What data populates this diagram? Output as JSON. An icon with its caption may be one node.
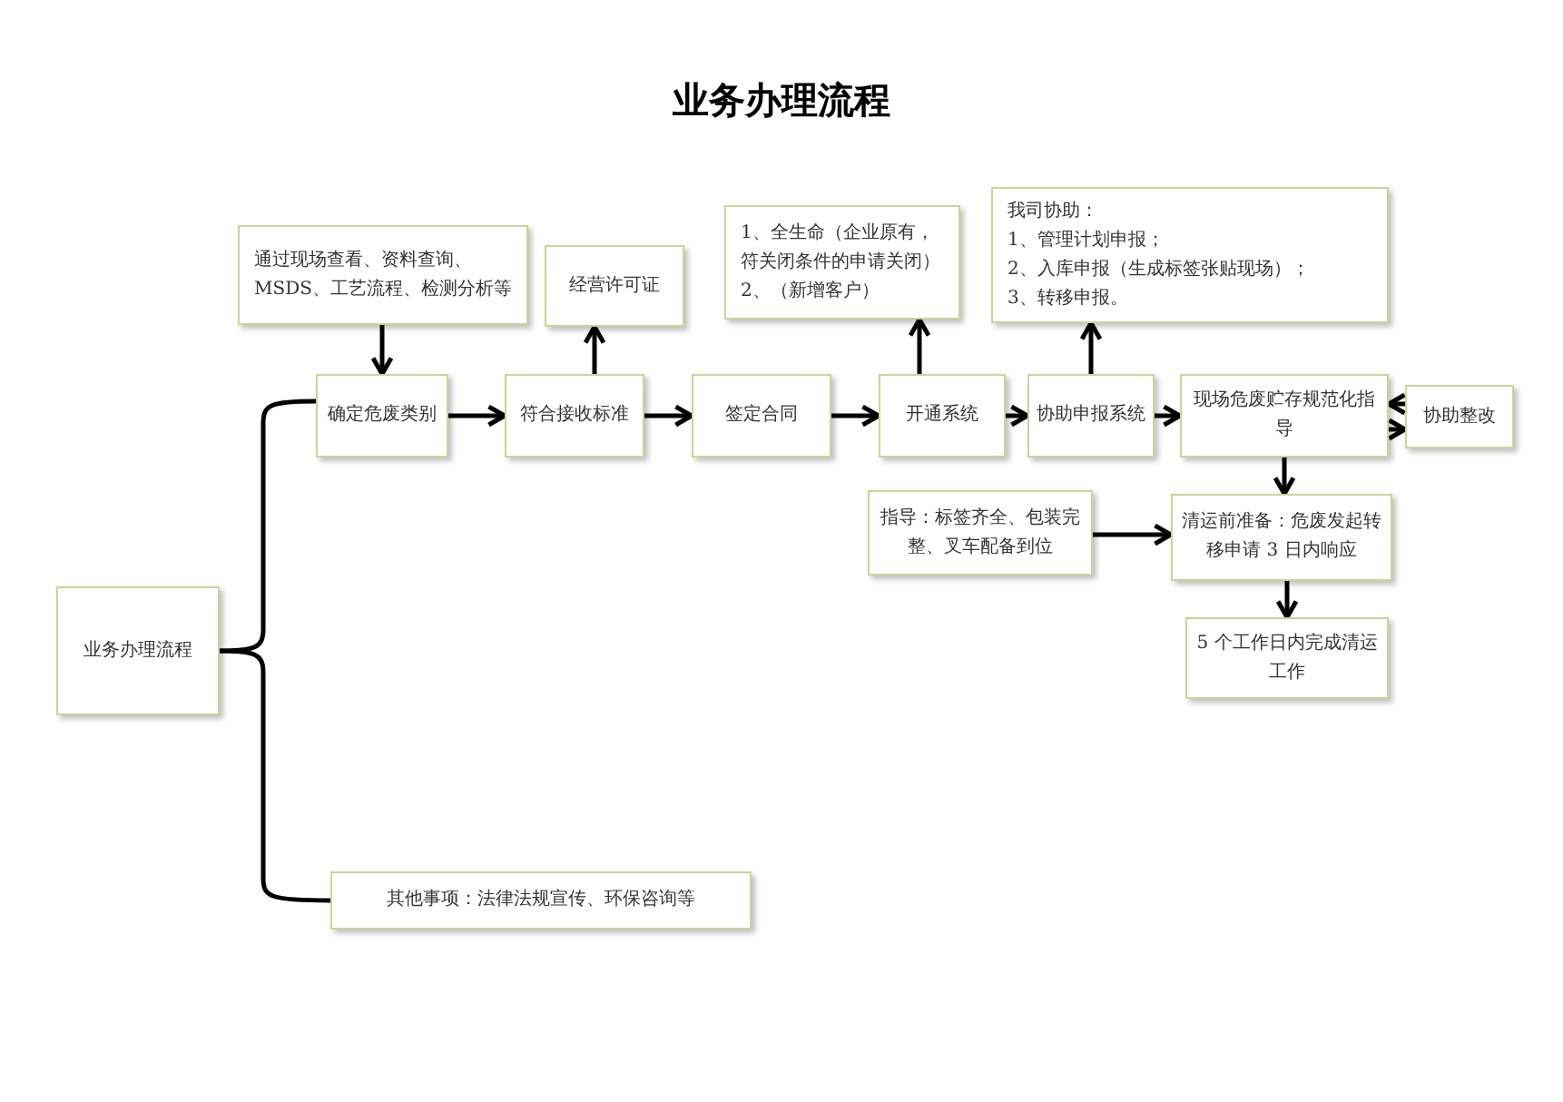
{
  "diagram": {
    "title": "业务办理流程",
    "nodes": [
      {
        "text": [
          "业务办理流程"
        ]
      },
      {
        "text": [
          "通过现场查看、资料查询、MSDS、工艺流程、检测分析等"
        ]
      },
      {
        "text": [
          "确定危废类别"
        ]
      },
      {
        "text": [
          "经营许可证"
        ]
      },
      {
        "text": [
          "符合接收标准"
        ]
      },
      {
        "text": [
          "签定合同"
        ]
      },
      {
        "text": [
          "1、全生命（企业原有，符关闭条件的申请关闭）",
          "2、（新增客户）"
        ]
      },
      {
        "text": [
          "开通系统"
        ]
      },
      {
        "text": [
          "我司协助：",
          "1、管理计划申报；",
          "2、入库申报（生成标签张贴现场）；",
          "3、转移申报。"
        ]
      },
      {
        "text": [
          "协助申报系统"
        ]
      },
      {
        "text": [
          "现场危废贮存规范化指导"
        ]
      },
      {
        "text": [
          "协助整改"
        ]
      },
      {
        "text": [
          "指导：标签齐全、包装完整、叉车配备到位"
        ]
      },
      {
        "text": [
          "清运前准备：危废发起转移申请 3 日内响应"
        ]
      },
      {
        "text": [
          "5 个工作日内完成清运工作"
        ]
      },
      {
        "text": [
          "其他事项：法律法规宣传、环保咨询等"
        ]
      }
    ],
    "edges": [
      {
        "from": 0,
        "to": 2,
        "arrow": "none"
      },
      {
        "from": 0,
        "to": 15,
        "arrow": "none"
      },
      {
        "from": 1,
        "to": 2,
        "arrow": "to"
      },
      {
        "from": 2,
        "to": 4,
        "arrow": "to"
      },
      {
        "from": 4,
        "to": 3,
        "arrow": "to"
      },
      {
        "from": 4,
        "to": 5,
        "arrow": "to"
      },
      {
        "from": 5,
        "to": 7,
        "arrow": "to"
      },
      {
        "from": 7,
        "to": 6,
        "arrow": "to"
      },
      {
        "from": 7,
        "to": 9,
        "arrow": "to"
      },
      {
        "from": 9,
        "to": 8,
        "arrow": "to"
      },
      {
        "from": 9,
        "to": 10,
        "arrow": "to"
      },
      {
        "from": 11,
        "to": 10,
        "arrow": "to"
      },
      {
        "from": 10,
        "to": 11,
        "arrow": "to"
      },
      {
        "from": 10,
        "to": 13,
        "arrow": "to"
      },
      {
        "from": 12,
        "to": 13,
        "arrow": "to"
      },
      {
        "from": 13,
        "to": 14,
        "arrow": "to"
      }
    ]
  }
}
